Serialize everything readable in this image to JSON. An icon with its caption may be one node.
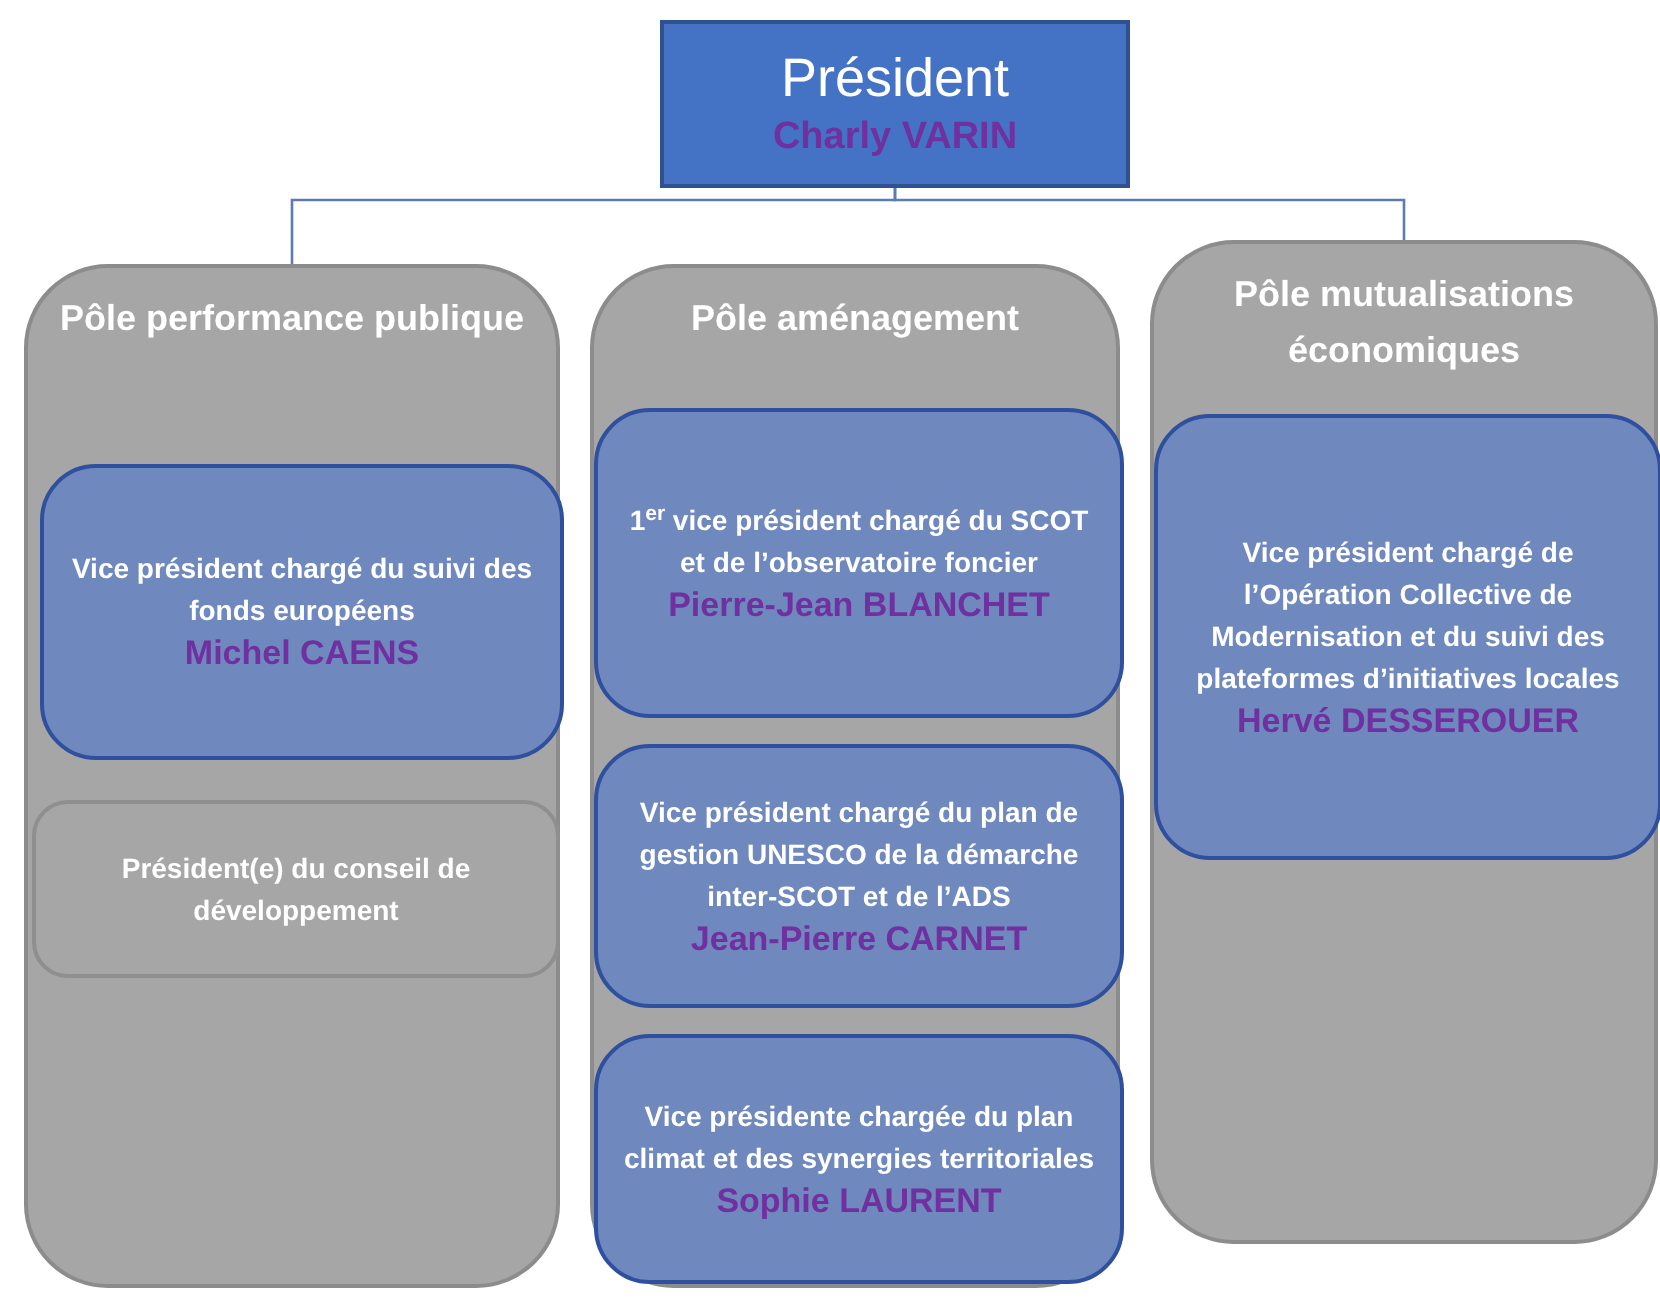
{
  "diagram": {
    "nodes": [
      {
        "text": [
          "Président",
          "Charly VARIN"
        ]
      },
      {
        "text": [
          "Pôle performance publique"
        ]
      },
      {
        "text": [
          "Vice président chargé du suivi des fonds européens",
          "Michel CAENS"
        ],
        "in": 1
      },
      {
        "text": [
          "Président(e) du conseil de développement"
        ],
        "in": 1
      },
      {
        "text": [
          "Pôle aménagement"
        ]
      },
      {
        "text": [
          "1$^{er}$ vice président chargé du SCOT et de l’observatoire foncier",
          "Pierre-Jean BLANCHET"
        ],
        "in": 4
      },
      {
        "text": [
          "Vice président chargé du plan de gestion UNESCO de la démarche inter-SCOT et de l’ADS",
          "Jean-Pierre CARNET"
        ],
        "in": 4
      },
      {
        "text": [
          "Vice présidente chargée du plan climat et des synergies territoriales",
          "Sophie LAURENT"
        ],
        "in": 4
      },
      {
        "text": [
          "Pôle mutualisations économiques"
        ]
      },
      {
        "text": [
          "Vice président chargé de l’Opération Collective de Modernisation et du suivi des plateformes d’initiatives locales",
          "Hervé DESSEROUER"
        ],
        "in": 8
      }
    ],
    "edges": [
      {
        "from": 0,
        "to": 1,
        "arrow": "none"
      },
      {
        "from": 0,
        "to": 8,
        "arrow": "none"
      }
    ]
  }
}
